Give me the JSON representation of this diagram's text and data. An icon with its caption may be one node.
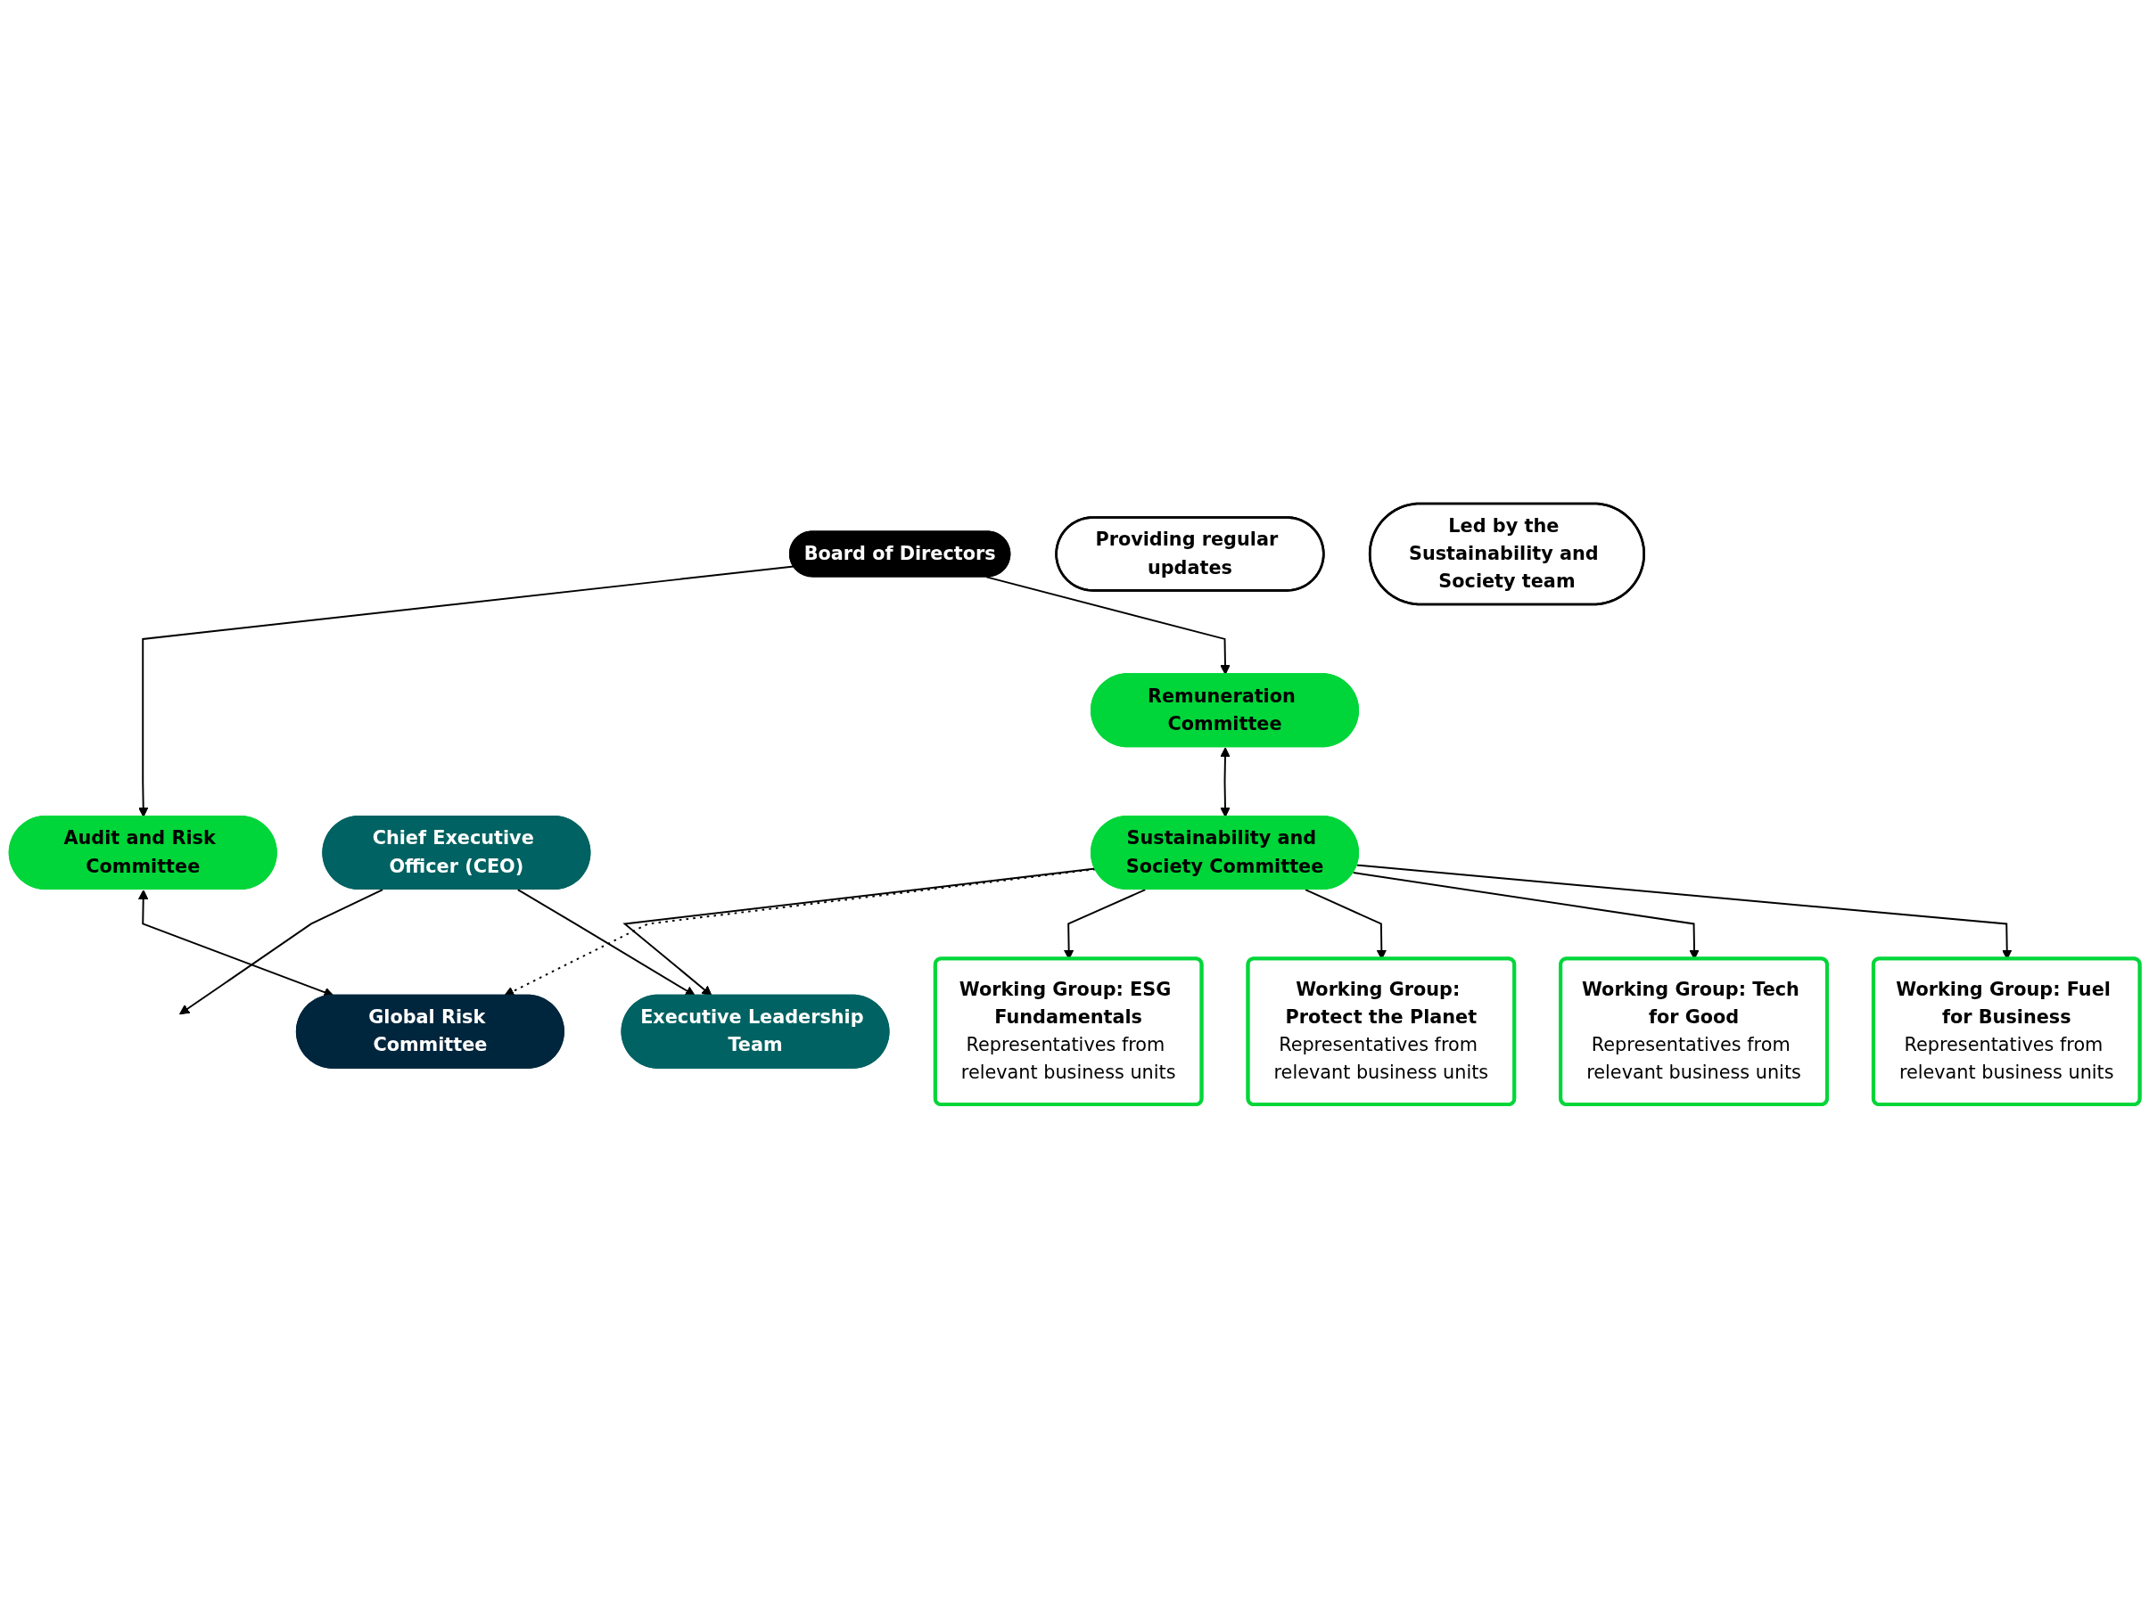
{
  "diagram": {
    "nodes": [
      {
        "text": [
          "Board of Directors"
        ]
      },
      {
        "text": [
          "Audit and Risk Committee"
        ]
      },
      {
        "text": [
          "Remuneration Committee"
        ]
      },
      {
        "text": [
          "Chief Executive Officer (CEO)"
        ]
      },
      {
        "text": [
          "Executive Leadership Team"
        ]
      },
      {
        "text": [
          "Global Risk Committee"
        ]
      },
      {
        "text": [
          "Sustainability and Society Committee"
        ]
      },
      {
        "text": [
          "Working Group: ESG Fundamentals",
          "Representatives from relevant business units"
        ]
      },
      {
        "text": [
          "Working Group: Protect the Planet",
          "Representatives from relevant business units"
        ]
      },
      {
        "text": [
          "Working Group: Tech for Good",
          "Representatives from relevant business units"
        ]
      },
      {
        "text": [
          "Working Group: Fuel for Business",
          "Representatives from relevant business units"
        ]
      },
      {
        "text": [
          "Providing regular updates"
        ]
      },
      {
        "text": [
          "Led by the Sustainability and Society team"
        ]
      }
    ],
    "edges": [
      {
        "from": 0,
        "to": 1,
        "arrow": "to"
      },
      {
        "from": 0,
        "to": 2,
        "arrow": "to"
      },
      {
        "from": 3,
        "to": null,
        "arrow": "to"
      },
      {
        "from": 3,
        "to": 4,
        "arrow": "to"
      },
      {
        "from": 1,
        "to": 5,
        "arrow": "both"
      },
      {
        "from": 6,
        "to": 4,
        "arrow": "to"
      },
      {
        "from": 6,
        "to": 5,
        "arrow": "to",
        "style": "dashed"
      },
      {
        "from": 2,
        "to": 6,
        "arrow": "both"
      },
      {
        "from": 6,
        "to": 7,
        "arrow": "to"
      },
      {
        "from": 6,
        "to": 8,
        "arrow": "to"
      },
      {
        "from": 6,
        "to": 9,
        "arrow": "to"
      },
      {
        "from": 6,
        "to": 10,
        "arrow": "to"
      }
    ]
  }
}
